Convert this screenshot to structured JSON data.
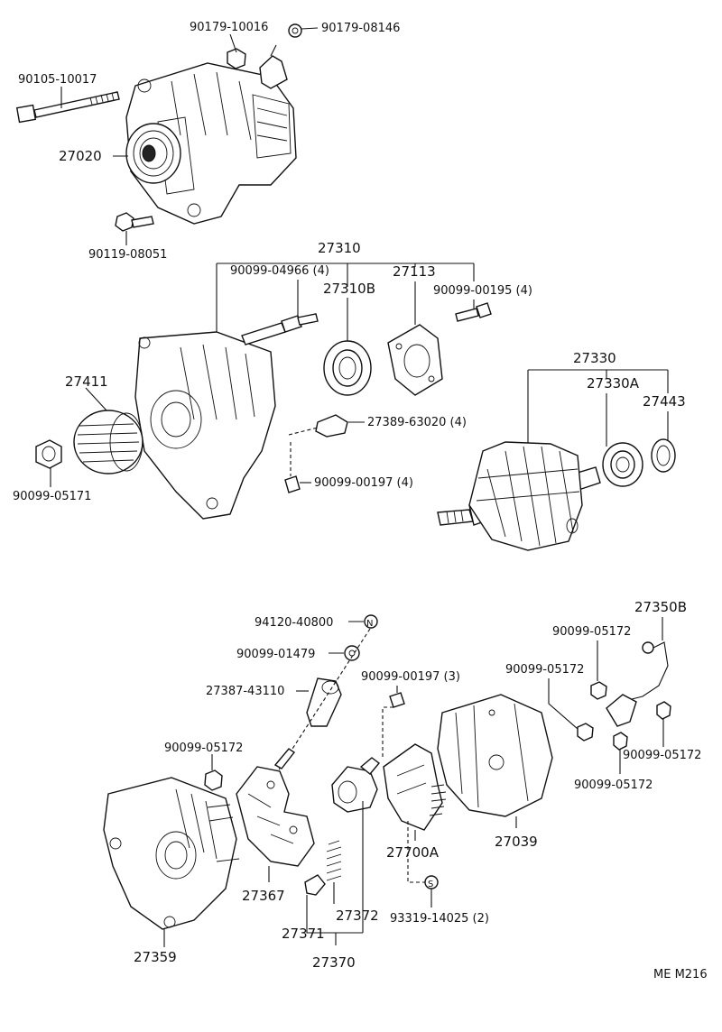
{
  "labels": {
    "p90179_10016": "90179-10016",
    "p90179_08146": "90179-08146",
    "p90105_10017": "90105-10017",
    "p27020": "27020",
    "p90119_08051": "90119-08051",
    "p27310": "27310",
    "p90099_04966": "90099-04966 (4)",
    "p27113": "27113",
    "p27310B": "27310B",
    "p90099_00195": "90099-00195 (4)",
    "p27411": "27411",
    "p27330": "27330",
    "p27330A": "27330A",
    "p27443": "27443",
    "p27389_63020": "27389-63020 (4)",
    "p90099_00197a": "90099-00197 (4)",
    "p90099_05171": "90099-05171",
    "p94120_40800": "94120-40800",
    "p90099_01479": "90099-01479",
    "p27387_43110": "27387-43110",
    "p90099_00197b": "90099-00197 (3)",
    "p90099_05172a": "90099-05172",
    "p27350B": "27350B",
    "p90099_05172b": "90099-05172",
    "p90099_05172c": "90099-05172",
    "p90099_05172d": "90099-05172",
    "p90099_05172e": "90099-05172",
    "p27700A": "27700A",
    "p27039": "27039",
    "p27367": "27367",
    "p27372": "27372",
    "p27371": "27371",
    "p27370": "27370",
    "p27359": "27359",
    "p93319_14025": "93319-14025 (2)",
    "code": "ME  M216"
  },
  "symbols": {
    "n_mark": "N",
    "s_mark": "S"
  }
}
